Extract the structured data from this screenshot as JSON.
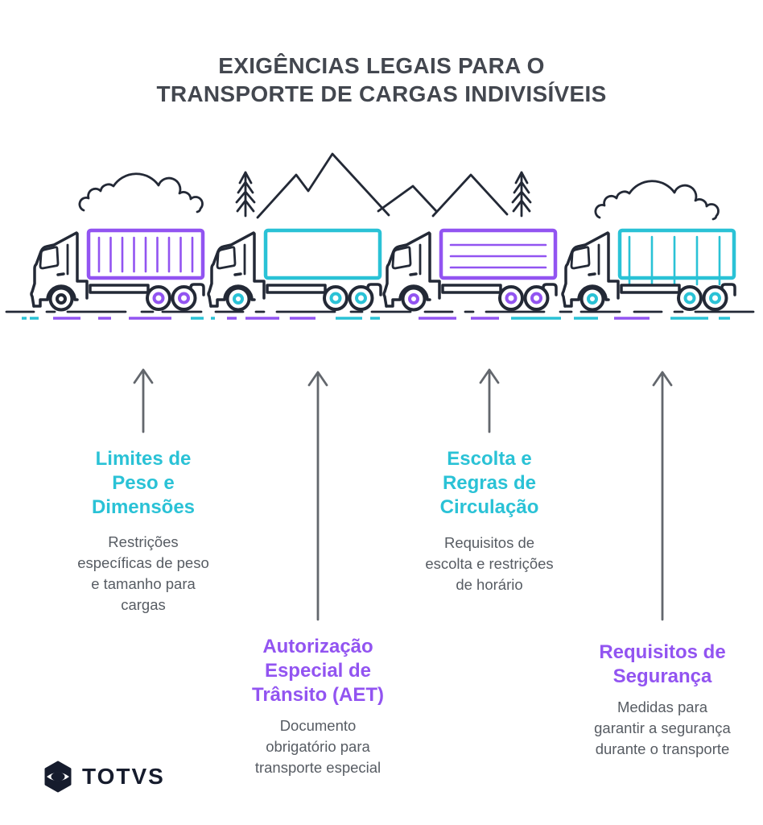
{
  "title": "EXIGÊNCIAS LEGAIS PARA O\nTRANSPORTE DE CARGAS INDIVISÍVEIS",
  "items": [
    {
      "title": "Limites de\nPeso e\nDimensões",
      "desc": "Restrições\nespecíficas de peso\ne tamanho para\ncargas",
      "accent": "cyan"
    },
    {
      "title": "Autorização\nEspecial de\nTrânsito (AET)",
      "desc": "Documento\nobrigatório para\ntransporte especial",
      "accent": "purple"
    },
    {
      "title": "Escolta e\nRegras de\nCirculação",
      "desc": "Requisitos de\nescolta e restrições\nde horário",
      "accent": "cyan"
    },
    {
      "title": "Requisitos de\nSegurança",
      "desc": "Medidas para\ngarantir a segurança\ndurante o transporte",
      "accent": "purple"
    }
  ],
  "logo": {
    "text": "TOTVS"
  },
  "colors": {
    "cyan": "#2AC2D6",
    "purple": "#9254F1",
    "dark": "#232936",
    "title_text": "#43474F",
    "body_text": "#575C63",
    "arrow": "#63676D",
    "logo_dark": "#161C2D"
  }
}
